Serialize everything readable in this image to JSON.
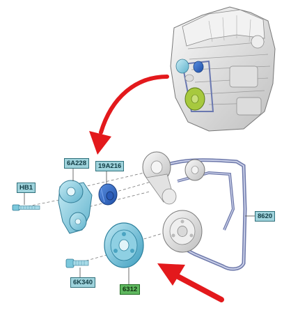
{
  "diagram": {
    "labels": {
      "hb1": "HB1",
      "part_6a228": "6A228",
      "part_19a216": "19A216",
      "part_8620": "8620",
      "part_6k340": "6K340",
      "part_6312": "6312"
    },
    "colors": {
      "highlight_blue": "#7cc8dc",
      "highlight_green": "#9bc53d",
      "arrow_red": "#e3191c",
      "belt": "#8a93b8",
      "part_gray": "#e6e6e6",
      "outline": "#555555"
    }
  }
}
